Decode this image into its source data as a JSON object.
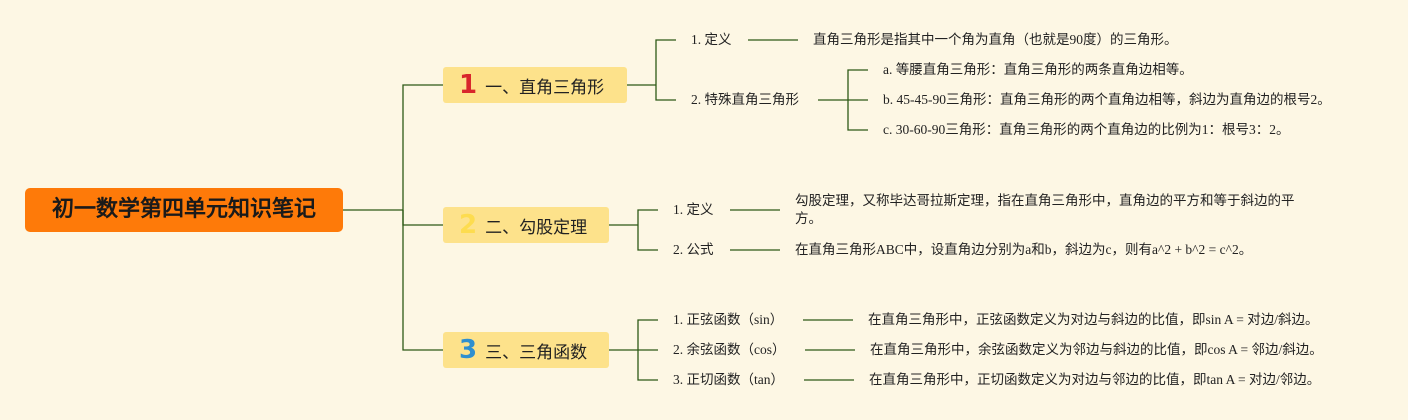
{
  "root": {
    "title": "初一数学第四单元知识笔记"
  },
  "colors": {
    "background": "#fdf7e4",
    "root_fill": "#fe7a09",
    "branch_fill": "#fde28b",
    "line": "#2e5a16",
    "num1": "#d8262b",
    "num2": "#fddc4f",
    "num3": "#2f8fcf"
  },
  "branches": [
    {
      "num": "1",
      "label": "一、直角三角形",
      "items": [
        {
          "label": "1. 定义",
          "desc": "直角三角形是指其中一个角为直角（也就是90度）的三角形。"
        },
        {
          "label": "2. 特殊直角三角形",
          "subs": [
            "a. 等腰直角三角形：直角三角形的两条直角边相等。",
            "b. 45-45-90三角形：直角三角形的两个直角边相等，斜边为直角边的根号2。",
            "c. 30-60-90三角形：直角三角形的两个直角边的比例为1：根号3：2。"
          ]
        }
      ]
    },
    {
      "num": "2",
      "label": "二、勾股定理",
      "items": [
        {
          "label": "1. 定义",
          "desc": "勾股定理，又称毕达哥拉斯定理，指在直角三角形中，直角边的平方和等于斜边的平方。"
        },
        {
          "label": "2. 公式",
          "desc": "在直角三角形ABC中，设直角边分别为a和b，斜边为c，则有a^2 + b^2 = c^2。"
        }
      ]
    },
    {
      "num": "3",
      "label": "三、三角函数",
      "items": [
        {
          "label": "1. 正弦函数（sin）",
          "desc": "在直角三角形中，正弦函数定义为对边与斜边的比值，即sin A = 对边/斜边。"
        },
        {
          "label": "2. 余弦函数（cos）",
          "desc": "在直角三角形中，余弦函数定义为邻边与斜边的比值，即cos A = 邻边/斜边。"
        },
        {
          "label": "3. 正切函数（tan）",
          "desc": "在直角三角形中，正切函数定义为对边与邻边的比值，即tan A = 对边/邻边。"
        }
      ]
    }
  ]
}
